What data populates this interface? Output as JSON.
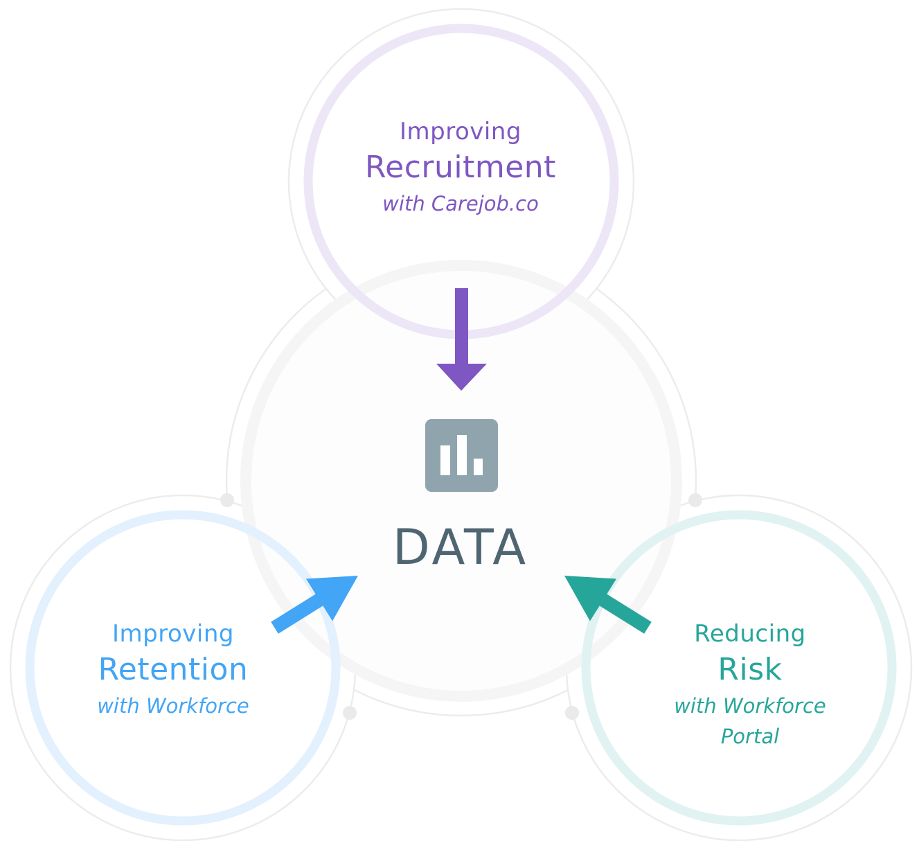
{
  "colors": {
    "recruitment": "#7e57c2",
    "recruitment_ring": "#ece6f6",
    "retention": "#42a5f5",
    "retention_ring": "#e3f0fd",
    "risk": "#26a69a",
    "risk_ring": "#e0f2f1",
    "data_text": "#4f6571",
    "data_icon": "#90a4ae",
    "outline": "#ececec",
    "center_ring": "#f6f6f6"
  },
  "center": {
    "label": "DATA",
    "icon": "bar-chart-icon"
  },
  "nodes": {
    "recruitment": {
      "top": "Improving",
      "main": "Recruitment",
      "sub": "with Carejob.co"
    },
    "retention": {
      "top": "Improving",
      "main": "Retention",
      "sub": "with Workforce"
    },
    "risk": {
      "top": "Reducing",
      "main": "Risk",
      "sub_line1": "with Workforce",
      "sub_line2": "Portal"
    }
  }
}
